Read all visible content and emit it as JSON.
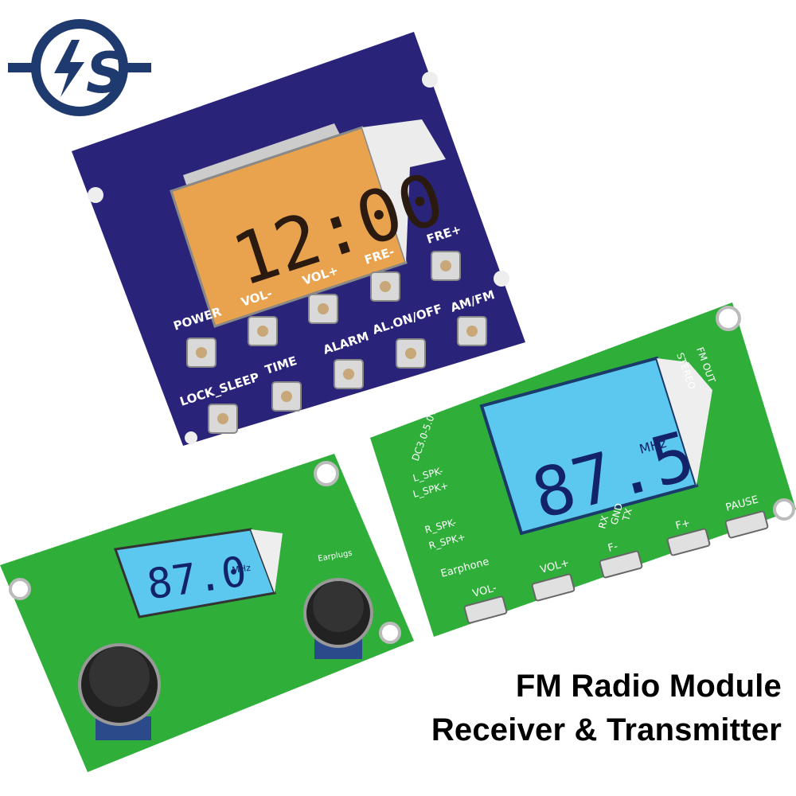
{
  "logo": {
    "text": "S",
    "icon": "lightning-bolt-icon"
  },
  "caption": {
    "line1": "FM Radio Module",
    "line2": "Receiver & Transmitter"
  },
  "purple_board": {
    "display": "12:00",
    "buttons": [
      "POWER",
      "VOL-",
      "VOL+",
      "FRE-",
      "FRE+",
      "LOCK_SLEEP",
      "TIME",
      "ALARM",
      "AL.ON/OFF",
      "AM/FM"
    ]
  },
  "receiver_board": {
    "display": "87.0",
    "unit": "MHz",
    "labels": {
      "earplugs": "Earplugs"
    }
  },
  "transmitter_board": {
    "display": "87.5",
    "unit": "MHz",
    "labels": {
      "power": "DC3.0-5.0V",
      "lspk_minus": "L_SPK-",
      "lspk_plus": "L_SPK+",
      "rspk_minus": "R_SPK-",
      "rspk_plus": "R_SPK+",
      "earphone": "Earphone",
      "rx": "RX",
      "gnd": "GND",
      "tx": "TX",
      "stereo": "STEREO",
      "fm_out": "FM OUT"
    },
    "buttons": [
      "VOL-",
      "VOL+",
      "F-",
      "F+",
      "PAUSE"
    ]
  },
  "colors": {
    "purple_pcb": "#2a237a",
    "green_pcb": "#2fae3a",
    "lcd_orange": "#f3a64a",
    "lcd_blue": "#5cc8f0",
    "logo_blue": "#1e3a6e"
  }
}
